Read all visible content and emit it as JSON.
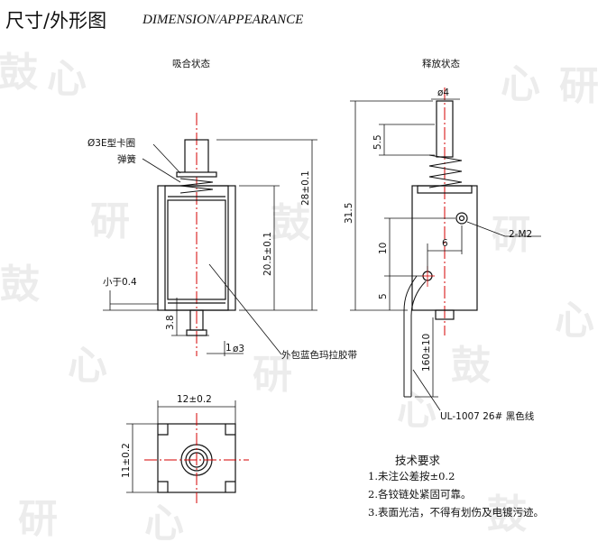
{
  "header": {
    "title_cn": "尺寸/外形图",
    "title_en": "DIMENSION/APPEARANCE"
  },
  "views": {
    "attracted_label": "吸合状态",
    "released_label": "释放状态"
  },
  "left_view": {
    "e_ring": "Ø3E型卡圈",
    "spring": "弹簧",
    "less_than": "小于0.4",
    "dim_height_total": "28±0.1",
    "dim_body_height": "20.5±0.1",
    "dim_plunger_ext": "3.8",
    "dim_small_1": "1",
    "dim_phi3": "ø3",
    "tape_note": "外包蓝色玛拉胶带"
  },
  "right_view": {
    "dim_phi4": "ø4",
    "dim_5_5": "5.5",
    "dim_31_5": "31.5",
    "dim_10": "10",
    "dim_6": "6",
    "dim_5": "5",
    "dim_160": "160±10",
    "thread": "2-M2",
    "wire": "UL-1007 26# 黑色线"
  },
  "bottom_view": {
    "dim_width": "12±0.2",
    "dim_height": "11±0.2"
  },
  "requirements": {
    "title": "技术要求",
    "items": [
      "1.未注公差按±0.2",
      "2.各铰链处紧固可靠。",
      "3.表面光洁，不得有划伤及电镀污迹。"
    ]
  },
  "colors": {
    "line": "#111111",
    "center_line": "#d40000",
    "dim_line": "#1a1a1a",
    "hatch": "#cc0000"
  },
  "watermark_icons": [
    "logo-watermark"
  ]
}
